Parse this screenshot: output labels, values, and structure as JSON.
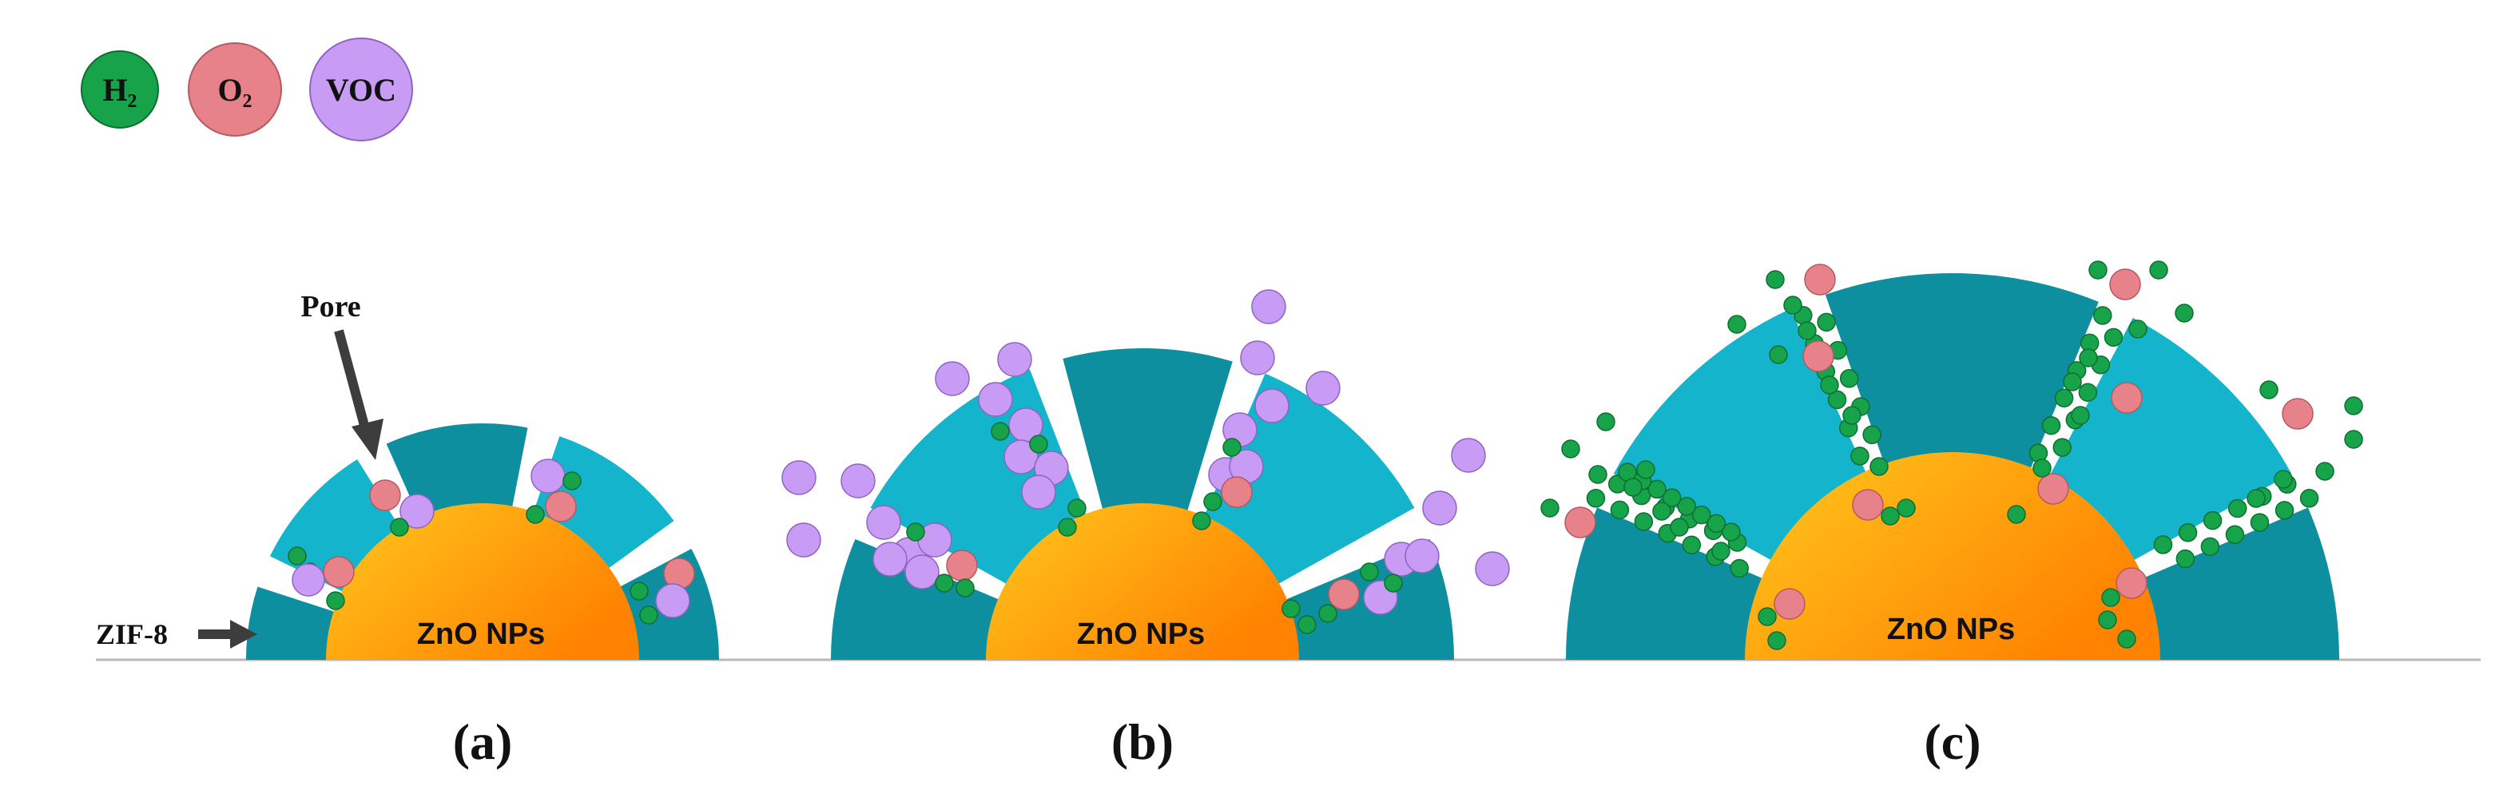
{
  "legend": [
    {
      "label": "H₂",
      "color": "#17a34a"
    },
    {
      "label": "O₂",
      "color": "#e8828a"
    },
    {
      "label": "VOC",
      "color": "#c89cf5"
    }
  ],
  "annotations": {
    "pore": "Pore",
    "shell": "ZIF-8"
  },
  "core_label": "ZnO NPs",
  "panels": [
    {
      "id": "a",
      "caption": "(a)"
    },
    {
      "id": "b",
      "caption": "(b)"
    },
    {
      "id": "c",
      "caption": "(c)"
    }
  ],
  "colors": {
    "shell_light": "#14b4cc",
    "shell_dark": "#0d8fa0",
    "core_light": "#ffc21a",
    "core_dark": "#ff8a00",
    "h2": "#17a34a",
    "o2": "#e8828a",
    "voc": "#c89cf5",
    "arrow": "#3d3d3d",
    "baseline": "#b8b8b8"
  }
}
